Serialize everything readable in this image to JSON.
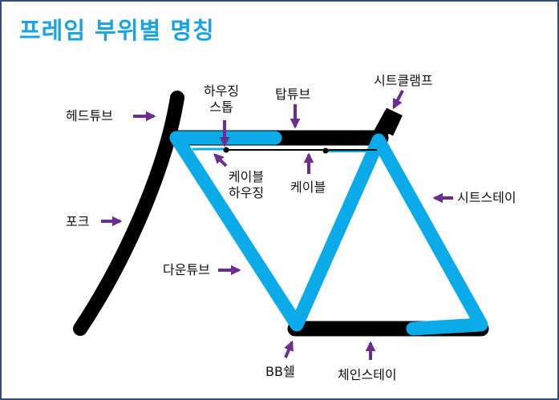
{
  "title": "프레임 부위별 명칭",
  "colors": {
    "title": "#1aa3e3",
    "tube_black": "#000000",
    "tube_blue": "#0aabe8",
    "arrow": "#6b2d8f",
    "border": "#2f4f7a"
  },
  "labels": {
    "head_tube": "헤드튜브",
    "housing_stop_line1": "하우징",
    "housing_stop_line2": "스톱",
    "top_tube": "탑튜브",
    "seat_clamp": "시트클램프",
    "cable_housing_line1": "케이블",
    "cable_housing_line2": "하우징",
    "cable": "케이블",
    "seat_stay": "시트스테이",
    "fork": "포크",
    "down_tube": "다운튜브",
    "bb_shell": "BB쉘",
    "chain_stay": "체인스테이"
  }
}
